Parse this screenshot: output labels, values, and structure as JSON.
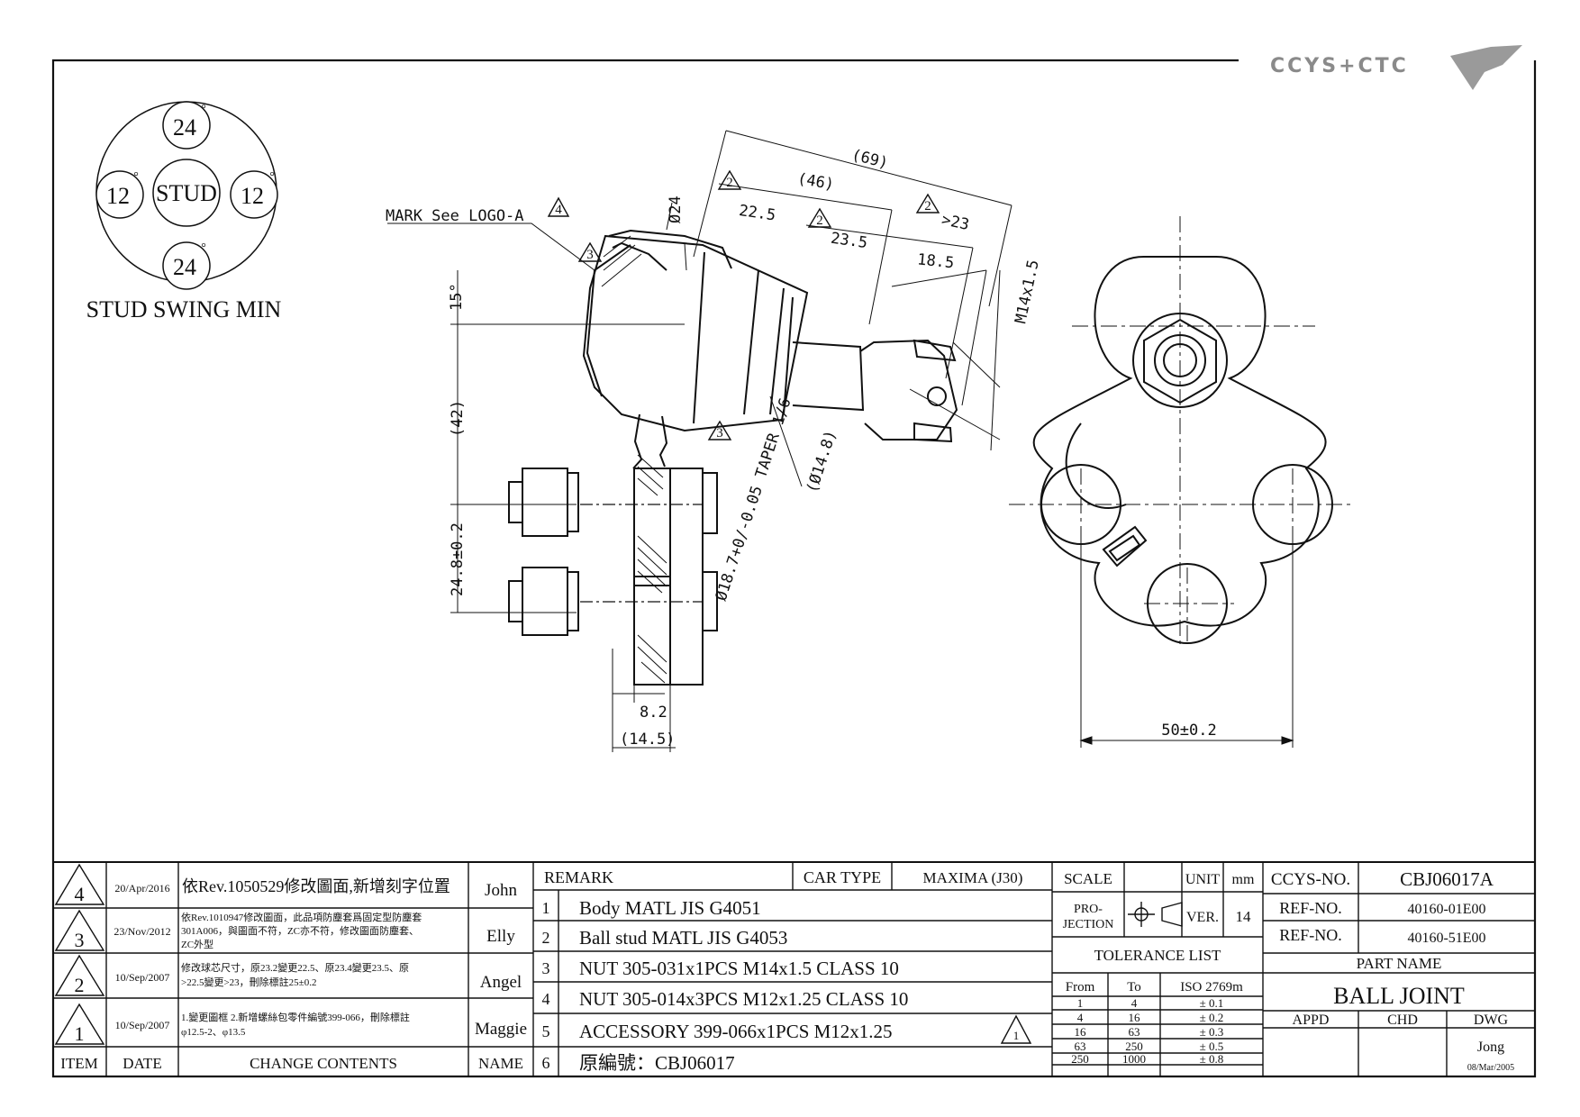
{
  "logo": {
    "text": "CCYS+CTC"
  },
  "swing": {
    "top": "24",
    "left": "12",
    "right": "12",
    "bottom": "24",
    "center": "STUD",
    "deg": "°",
    "title": "STUD SWING MIN"
  },
  "side_view": {
    "mark_note": "MARK See LOGO-A",
    "dims": {
      "d69": "(69)",
      "d46": "(46)",
      "d225": "22.5",
      "d235": "23.5",
      "d23": ">23",
      "d185": "18.5",
      "phi24": "Ø24",
      "m14": "M14x1.5",
      "a15": "15°",
      "d42": "(42)",
      "d248": "24.8±0.2",
      "taper": "Ø18.7+0/-0.05 TAPER 1/6",
      "phi148": "(Ø14.8)",
      "d82": "8.2",
      "d145": "(14.5)"
    },
    "rev_marks": {
      "r2": "2",
      "r3": "3",
      "r4": "4"
    }
  },
  "front_view": {
    "d50": "50±0.2"
  },
  "revisions": {
    "headers": {
      "item": "ITEM",
      "date": "DATE",
      "contents": "CHANGE CONTENTS",
      "name": "NAME"
    },
    "rows": [
      {
        "item": "4",
        "date": "20/Apr/2016",
        "contents": [
          "依Rev.1050529修改圖面,新增刻字位置"
        ],
        "name": "John"
      },
      {
        "item": "3",
        "date": "23/Nov/2012",
        "contents": [
          "依Rev.1010947修改圖面，此品項防塵套爲固定型防塵套",
          "301A006，與圖面不符，ZC亦不符，修改圖面防塵套、",
          "ZC外型"
        ],
        "name": "Elly"
      },
      {
        "item": "2",
        "date": "10/Sep/2007",
        "contents": [
          "修改球芯尺寸，原23.2變更22.5、原23.4變更23.5、原",
          ">22.5變更>23，刪除標註25±0.2"
        ],
        "name": "Angel"
      },
      {
        "item": "1",
        "date": "10/Sep/2007",
        "contents": [
          "1.變更圖框 2.新增螺絲包零件編號399-066，刪除標註",
          "φ12.5-2、φ13.5"
        ],
        "name": "Maggie"
      }
    ]
  },
  "remarks": {
    "header": "REMARK",
    "car_type_label": "CAR TYPE",
    "car_type": "MAXIMA (J30)",
    "items": [
      {
        "no": "1",
        "text": "Body MATL JIS G4051"
      },
      {
        "no": "2",
        "text": "Ball stud MATL JIS G4053"
      },
      {
        "no": "3",
        "text": "NUT 305-031x1PCS M14x1.5 CLASS 10"
      },
      {
        "no": "4",
        "text": "NUT 305-014x3PCS M12x1.25 CLASS 10"
      },
      {
        "no": "5",
        "text": "ACCESSORY 399-066x1PCS M12x1.25"
      },
      {
        "no": "6",
        "text": "原編號：CBJ06017"
      }
    ],
    "flag": "1"
  },
  "spec": {
    "scale_label": "SCALE",
    "scale": "",
    "unit_label": "UNIT",
    "unit": "mm",
    "projection_label_1": "PRO-",
    "projection_label_2": "JECTION",
    "ver_label": "VER.",
    "ver": "14",
    "tolerance_title": "TOLERANCE LIST",
    "tol_headers": {
      "from": "From",
      "to": "To",
      "iso": "ISO 2769m"
    },
    "tol_rows": [
      {
        "from": "1",
        "to": "4",
        "tol": "± 0.1"
      },
      {
        "from": "4",
        "to": "16",
        "tol": "± 0.2"
      },
      {
        "from": "16",
        "to": "63",
        "tol": "± 0.3"
      },
      {
        "from": "63",
        "to": "250",
        "tol": "± 0.5"
      },
      {
        "from": "250",
        "to": "1000",
        "tol": "± 0.8"
      }
    ]
  },
  "title_block": {
    "ccys_label": "CCYS-NO.",
    "ccys_no": "CBJ06017A",
    "ref_label_1": "REF-NO.",
    "ref_no_1": "40160-01E00",
    "ref_label_2": "REF-NO.",
    "ref_no_2": "40160-51E00",
    "part_name_label": "PART NAME",
    "part_name": "BALL JOINT",
    "appd_label": "APPD",
    "chd_label": "CHD",
    "dwg_label": "DWG",
    "dwg_name": "Jong",
    "dwg_date": "08/Mar/2005"
  },
  "colors": {
    "ink": "#111111",
    "paper": "#ffffff",
    "logo": "#8a8a8a"
  }
}
